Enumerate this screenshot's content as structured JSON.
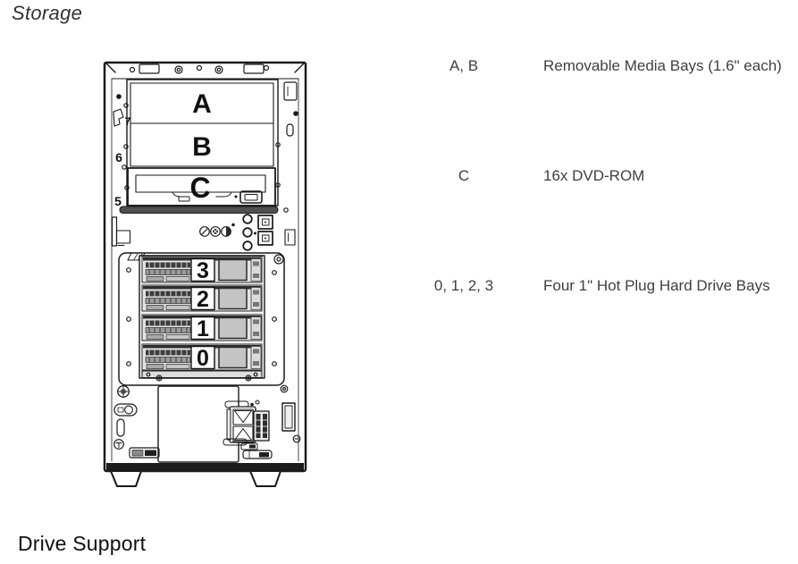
{
  "headings": {
    "storage": "Storage",
    "drive_support": "Drive Support"
  },
  "legend": {
    "rows": [
      {
        "label": "A, B",
        "description": "Removable Media Bays (1.6\" each)"
      },
      {
        "label": "C",
        "description": "16x DVD-ROM"
      },
      {
        "label": "0, 1, 2, 3",
        "description": "Four 1\" Hot Plug Hard Drive Bays"
      }
    ]
  },
  "diagram": {
    "bays": {
      "a": "A",
      "b": "B",
      "c": "C"
    },
    "drive_bays": {
      "bay3": "3",
      "bay2": "2",
      "bay1": "1",
      "bay0": "0"
    },
    "callouts": {
      "c7": "7",
      "c6": "6",
      "c5": "5"
    },
    "icons": {
      "leds": [
        "power-led-icon",
        "network-led-icon",
        "health-led-icon"
      ],
      "ports": [
        "usb-port-icon",
        "usb-port-icon"
      ]
    }
  },
  "colors": {
    "background": "#ffffff",
    "line": "#1a1a1a",
    "legend_text": "#3f3f3f",
    "dark_bar": "#4f4f4f",
    "tray_fill": "#e4e4e4",
    "tray_button": "#c4c4c4"
  }
}
